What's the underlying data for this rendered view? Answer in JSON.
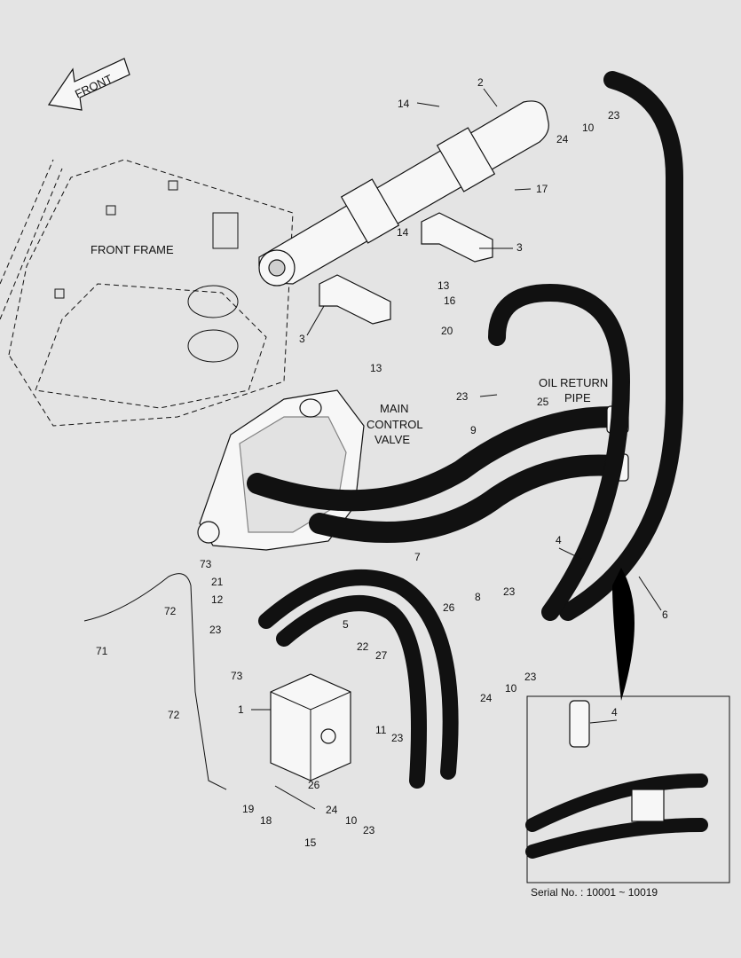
{
  "labels": {
    "front_arrow": "FRONT",
    "front_frame": "FRONT FRAME",
    "main_control_valve": [
      "MAIN",
      "CONTROL",
      "VALVE"
    ],
    "oil_return_pipe": [
      "OIL RETURN",
      "PIPE"
    ],
    "serial": "Serial No. : 10001 ~ 10019"
  },
  "callouts": [
    "1",
    "2",
    "3",
    "3",
    "4",
    "4",
    "5",
    "6",
    "7",
    "8",
    "9",
    "10",
    "10",
    "10",
    "11",
    "12",
    "13",
    "13",
    "14",
    "14",
    "15",
    "16",
    "17",
    "18",
    "19",
    "20",
    "21",
    "22",
    "23",
    "23",
    "23",
    "23",
    "23",
    "23",
    "23",
    "24",
    "24",
    "24",
    "25",
    "26",
    "26",
    "27",
    "71",
    "72",
    "72",
    "73",
    "73"
  ]
}
